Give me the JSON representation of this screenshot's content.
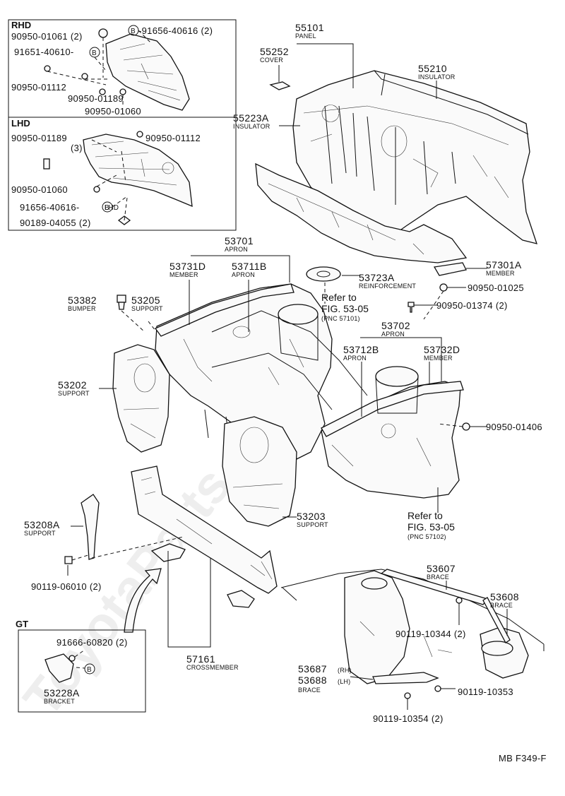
{
  "diagram": {
    "footer_code": "MB F349-F",
    "watermark": "ToyotaParts",
    "boxes": {
      "rhd": {
        "title": "RHD",
        "labels": [
          "90950-01061 (2)",
          "91651-40610-",
          "90950-01112",
          "90950-01189",
          "90950-01060",
          "-91656-40616 (2)"
        ]
      },
      "lhd": {
        "title": "LHD",
        "labels": [
          "90950-01189",
          "(3)",
          "90950-01112",
          "90950-01060",
          "91656-40616-",
          "90189-04055 (2)"
        ]
      },
      "gt": {
        "title": "GT",
        "labels": [
          "91666-60820 (2)",
          "53228A",
          "BRACKET"
        ]
      }
    },
    "circle_b": "B",
    "parts": [
      {
        "pn": "55101",
        "name": "PANEL"
      },
      {
        "pn": "55252",
        "name": "COVER"
      },
      {
        "pn": "55210",
        "name": "INSULATOR"
      },
      {
        "pn": "55223A",
        "name": "INSULATOR"
      },
      {
        "pn": "53701",
        "name": "APRON"
      },
      {
        "pn": "53731D",
        "name": "MEMBER"
      },
      {
        "pn": "53711B",
        "name": "APRON"
      },
      {
        "pn": "53723A",
        "name": "REINFORCEMENT"
      },
      {
        "pn": "57301A",
        "name": "MEMBER"
      },
      {
        "pn": "53382",
        "name": "BUMPER"
      },
      {
        "pn": "53205",
        "name": "SUPPORT"
      },
      {
        "pn": "53702",
        "name": "APRON"
      },
      {
        "pn": "53712B",
        "name": "APRON"
      },
      {
        "pn": "53732D",
        "name": "MEMBER"
      },
      {
        "pn": "53202",
        "name": "SUPPORT"
      },
      {
        "pn": "53203",
        "name": "SUPPORT"
      },
      {
        "pn": "53208A",
        "name": "SUPPORT"
      },
      {
        "pn": "57161",
        "name": "CROSSMEMBER"
      },
      {
        "pn": "53607",
        "name": "BRACE"
      },
      {
        "pn": "53608",
        "name": "BRACE"
      },
      {
        "pn": "53687",
        "name": "(RH)"
      },
      {
        "pn": "53688",
        "name": "(LH)"
      },
      {
        "pn": "",
        "name": "BRACE"
      }
    ],
    "fasteners": [
      "90950-01025",
      "90950-01374 (2)",
      "90950-01406",
      "90119-06010 (2)",
      "90119-10344 (2)",
      "90119-10353",
      "90119-10354 (2)"
    ],
    "refs": [
      {
        "text": "Refer to",
        "fig": "FIG. 53-05",
        "pnc": "(PNC 57101)"
      },
      {
        "text": "Refer to",
        "fig": "FIG. 53-05",
        "pnc": "(PNC 57102)"
      }
    ]
  }
}
